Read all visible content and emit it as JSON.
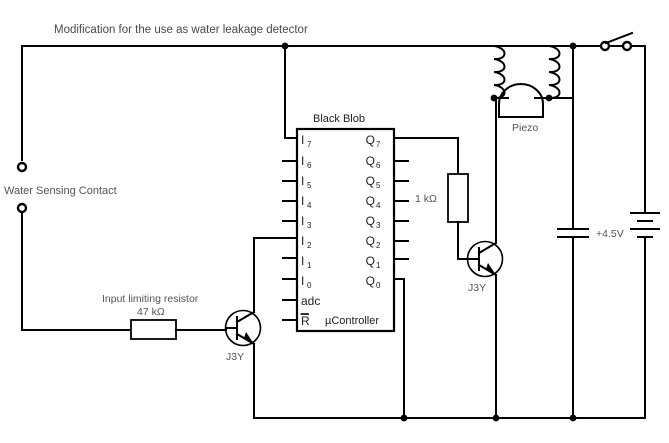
{
  "diagram": {
    "title": "Modification for the use as water leakage detector",
    "type": "circuit-schematic"
  },
  "ic": {
    "part_label": "Black Blob",
    "footer_label": "µController",
    "inputs": [
      "I7",
      "I6",
      "I5",
      "I4",
      "I3",
      "I2",
      "I1",
      "I0"
    ],
    "input_base": [
      "I",
      "I",
      "I",
      "I",
      "I",
      "I",
      "I",
      "I"
    ],
    "input_sub": [
      "7",
      "6",
      "5",
      "4",
      "3",
      "2",
      "1",
      "0"
    ],
    "outputs": [
      "Q7",
      "Q6",
      "Q5",
      "Q4",
      "Q3",
      "Q2",
      "Q1",
      "Q0"
    ],
    "output_base": [
      "Q",
      "Q",
      "Q",
      "Q",
      "Q",
      "Q",
      "Q",
      "Q"
    ],
    "output_sub": [
      "7",
      "6",
      "5",
      "4",
      "3",
      "2",
      "1",
      "0"
    ],
    "extra_pins": [
      "adc",
      "R"
    ],
    "adc_label": "adc",
    "reset_label": "R"
  },
  "components": {
    "water_contact_label": "Water Sensing Contact",
    "input_resistor_name": "Input limiting resistor",
    "input_resistor_value": "47 kΩ",
    "base_resistor_value": "1 kΩ",
    "transistor_left_label": "J3Y",
    "transistor_right_label": "J3Y",
    "piezo_label": "Piezo",
    "battery_label": "+4.5V"
  },
  "colors": {
    "wire": "#000000",
    "text": "#555555",
    "background": "#ffffff"
  }
}
